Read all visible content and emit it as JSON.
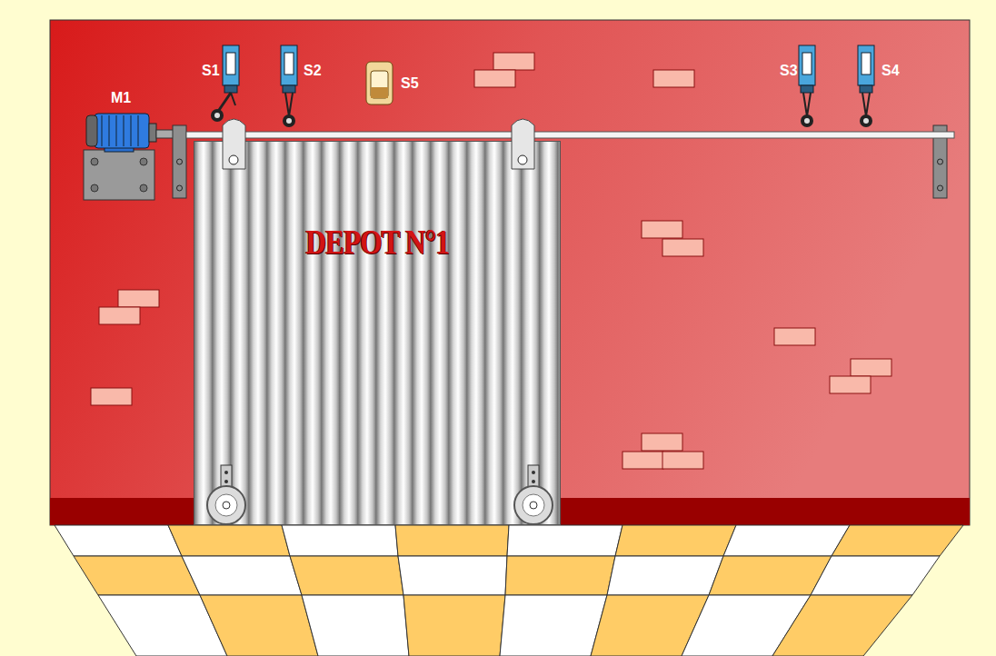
{
  "diagram": {
    "nodes": [
      {
        "text": [
          "DEPOT N°1"
        ]
      }
    ],
    "labels": [
      "M1",
      "S1",
      "S2",
      "S5",
      "S3",
      "S4"
    ]
  }
}
